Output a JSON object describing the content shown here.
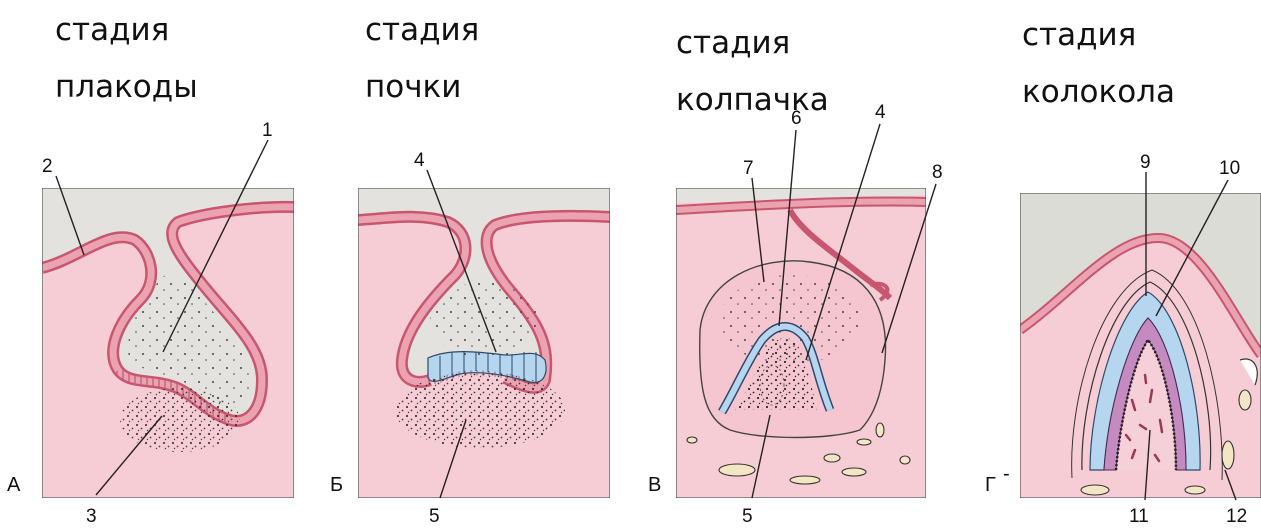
{
  "stages": [
    {
      "letter": "А",
      "title_line1": "стадия",
      "title_line2": "плакоды"
    },
    {
      "letter": "Б",
      "title_line1": "стадия",
      "title_line2": "почки"
    },
    {
      "letter": "В",
      "title_line1": "стадия",
      "title_line2": "колпачка"
    },
    {
      "letter": "Г",
      "title_line1": "стадия",
      "title_line2": "колокола"
    }
  ],
  "numbers": {
    "n1": "1",
    "n2": "2",
    "n3": "3",
    "n4a": "4",
    "n5a": "5",
    "n6": "6",
    "n7": "7",
    "n4b": "4",
    "n8": "8",
    "n5b": "5",
    "n9": "9",
    "n10": "10",
    "n11": "11",
    "n12": "12"
  },
  "extra_mark": "-",
  "colors": {
    "tissue": "#f7cdd5",
    "ectoderm_fill": "#e89aa8",
    "ectoderm_edge": "#c8566e",
    "oral_cavity": "#e4e2df",
    "epithelium_gray": "#dcdcd6",
    "enamel_organ": "#b5d6ee",
    "papilla_top": "#c58ac0",
    "dots": "#2a2a2a"
  }
}
